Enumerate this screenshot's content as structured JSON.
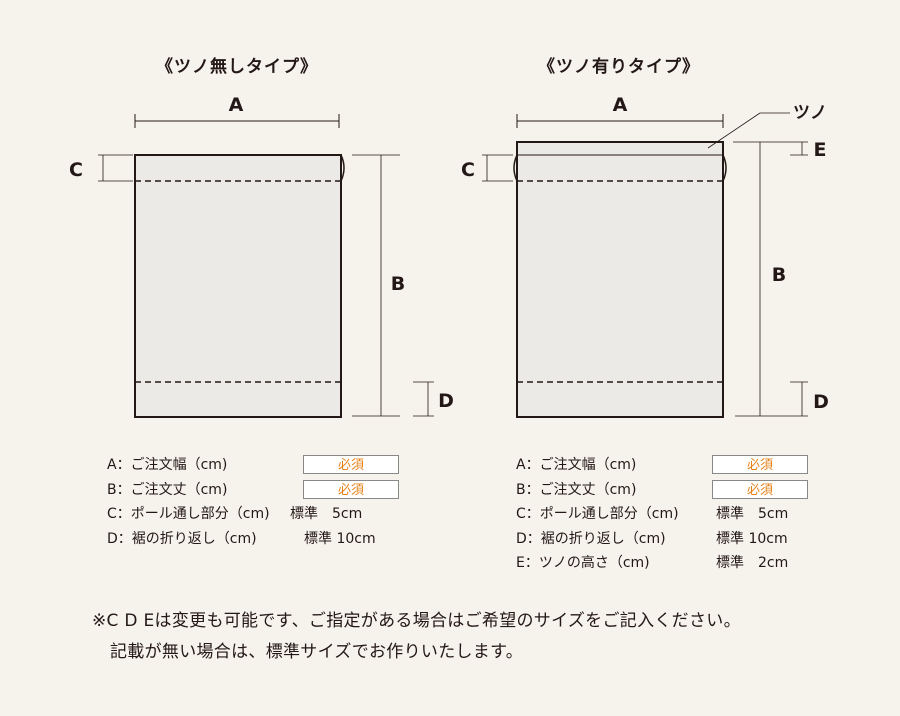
{
  "left": {
    "title": "《ツノ無しタイプ》",
    "labels": {
      "a": "A",
      "b": "B",
      "c": "C",
      "d": "D"
    },
    "specs": [
      {
        "label": "A：ご注文幅（cm)",
        "badge": "必須"
      },
      {
        "label": "B：ご注文丈（cm)",
        "badge": "必須"
      },
      {
        "label": "C：ポール通し部分（cm)",
        "value": "標準　5cm"
      },
      {
        "label": "D：裾の折り返し（cm)",
        "value": "標準 10cm"
      }
    ]
  },
  "right": {
    "title": "《ツノ有りタイプ》",
    "labels": {
      "a": "A",
      "b": "B",
      "c": "C",
      "d": "D",
      "e": "E",
      "tsuno": "ツノ"
    },
    "specs": [
      {
        "label": "A：ご注文幅（cm)",
        "badge": "必須"
      },
      {
        "label": "B：ご注文丈（cm)",
        "badge": "必須"
      },
      {
        "label": "C：ポール通し部分（cm)",
        "value": "標準　5cm"
      },
      {
        "label": "D：裾の折り返し（cm)",
        "value": "標準 10cm"
      },
      {
        "label": "E：ツノの高さ（cm)",
        "value": "標準　2cm"
      }
    ]
  },
  "note": {
    "line1": "※C D Eは変更も可能です、ご指定がある場合はご希望のサイズをご記入ください。",
    "line2": "記載が無い場合は、標準サイズでお作りいたします。"
  },
  "colors": {
    "badge_text": "#e8811a",
    "panel_fill": "#eceae7",
    "line": "#231815"
  }
}
